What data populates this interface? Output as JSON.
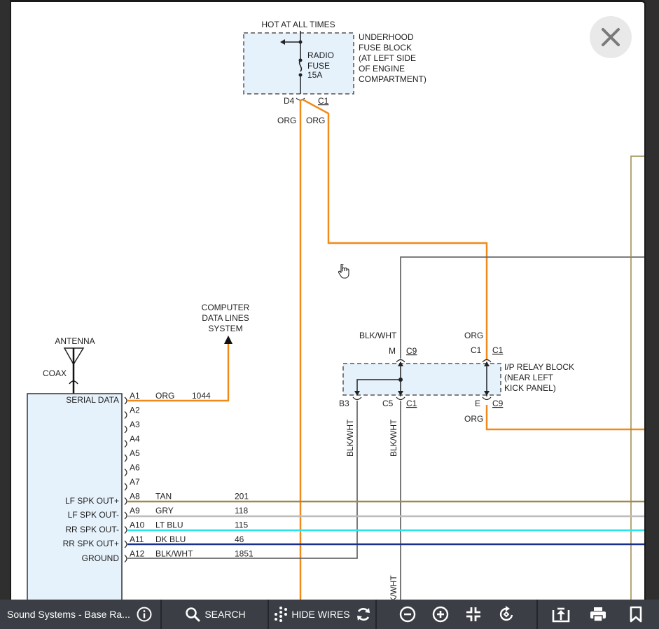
{
  "diagram": {
    "fuse_block": {
      "title": "HOT AT ALL TIMES",
      "desc_lines": [
        "UNDERHOOD",
        "FUSE BLOCK",
        "(AT LEFT SIDE",
        "OF ENGINE",
        "COMPARTMENT)"
      ],
      "fuse_lines": [
        "RADIO",
        "FUSE",
        "15A"
      ],
      "pin_left": "D4",
      "pin_right": "C1",
      "wire_left": "ORG",
      "wire_right": "ORG"
    },
    "data_lines": [
      "COMPUTER",
      "DATA LINES",
      "SYSTEM"
    ],
    "antenna": {
      "label": "ANTENNA",
      "coax": "COAX"
    },
    "relay_block": {
      "desc_lines": [
        "I/P RELAY BLOCK",
        "(NEAR LEFT",
        "KICK PANEL)"
      ],
      "top_wire_left": "BLK/WHT",
      "top_wire_right": "ORG",
      "pin_m": "M",
      "conn_c9_top": "C9",
      "pin_c1": "C1",
      "conn_c1_top": "C1",
      "pin_b3": "B3",
      "pin_c5": "C5",
      "conn_c1_bottom": "C1",
      "pin_e": "E",
      "conn_c9_bottom": "C9",
      "bottom_wire_right": "ORG",
      "vert_wire_1": "BLK/WHT",
      "vert_wire_2": "BLK/WHT",
      "vert_wire_3": "K/WHT"
    },
    "radio": {
      "labels": [
        "SERIAL DATA",
        "LF SPK OUT+",
        "LF SPK OUT-",
        "RR SPK OUT-",
        "RR SPK OUT+",
        "GROUND"
      ],
      "pins": [
        {
          "pin": "A1",
          "color": "ORG",
          "circuit": "1044"
        },
        {
          "pin": "A2",
          "color": "",
          "circuit": ""
        },
        {
          "pin": "A3",
          "color": "",
          "circuit": ""
        },
        {
          "pin": "A4",
          "color": "",
          "circuit": ""
        },
        {
          "pin": "A5",
          "color": "",
          "circuit": ""
        },
        {
          "pin": "A6",
          "color": "",
          "circuit": ""
        },
        {
          "pin": "A7",
          "color": "",
          "circuit": ""
        },
        {
          "pin": "A8",
          "color": "TAN",
          "circuit": "201"
        },
        {
          "pin": "A9",
          "color": "GRY",
          "circuit": "118"
        },
        {
          "pin": "A10",
          "color": "LT BLU",
          "circuit": "115"
        },
        {
          "pin": "A11",
          "color": "DK BLU",
          "circuit": "46"
        },
        {
          "pin": "A12",
          "color": "BLK/WHT",
          "circuit": "1851"
        }
      ]
    }
  },
  "wire_colors": {
    "orange": "#f28a1a",
    "tan": "#9c8a4a",
    "gray": "#bdbdbd",
    "lt_blue": "#29e6ee",
    "dk_blue": "#1a2f8f",
    "blk_wht": "#6b6b6b",
    "green": "#2e8b2e",
    "box_fill": "#e6f2fb"
  },
  "toolbar": {
    "title": "Sound Systems - Base Ra...",
    "search": "SEARCH",
    "hide_wires": "HIDE WIRES"
  },
  "icons": [
    "close-icon",
    "info-icon",
    "search-icon",
    "wires-icon",
    "refresh-icon",
    "zoom-out-icon",
    "zoom-in-icon",
    "fit-icon",
    "rotate-icon",
    "export-icon",
    "print-icon",
    "bookmark-icon",
    "hand-cursor-icon"
  ]
}
